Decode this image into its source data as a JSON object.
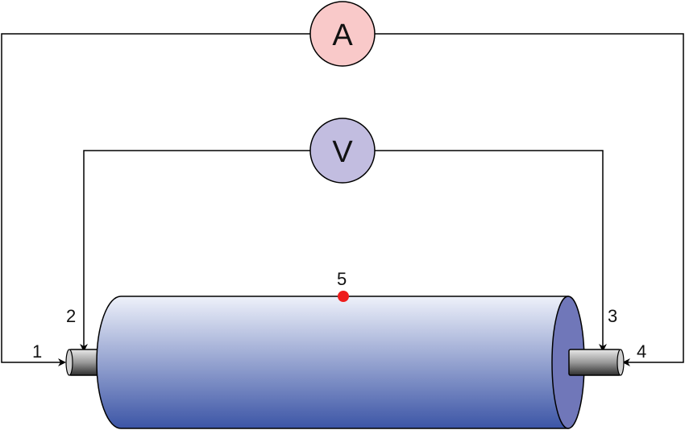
{
  "meters": {
    "ammeter": {
      "symbol": "A",
      "fill": "#f9c9c9"
    },
    "voltmeter": {
      "symbol": "V",
      "fill": "#c2bde0"
    }
  },
  "points": {
    "p1": "1",
    "p2": "2",
    "p3": "3",
    "p4": "4",
    "p5": "5"
  },
  "colors": {
    "cylinder_top": "#eef1fa",
    "cylinder_bottom": "#3c55a6",
    "end_cap": "#7077b9",
    "point_marker": "#ee1c1c"
  }
}
